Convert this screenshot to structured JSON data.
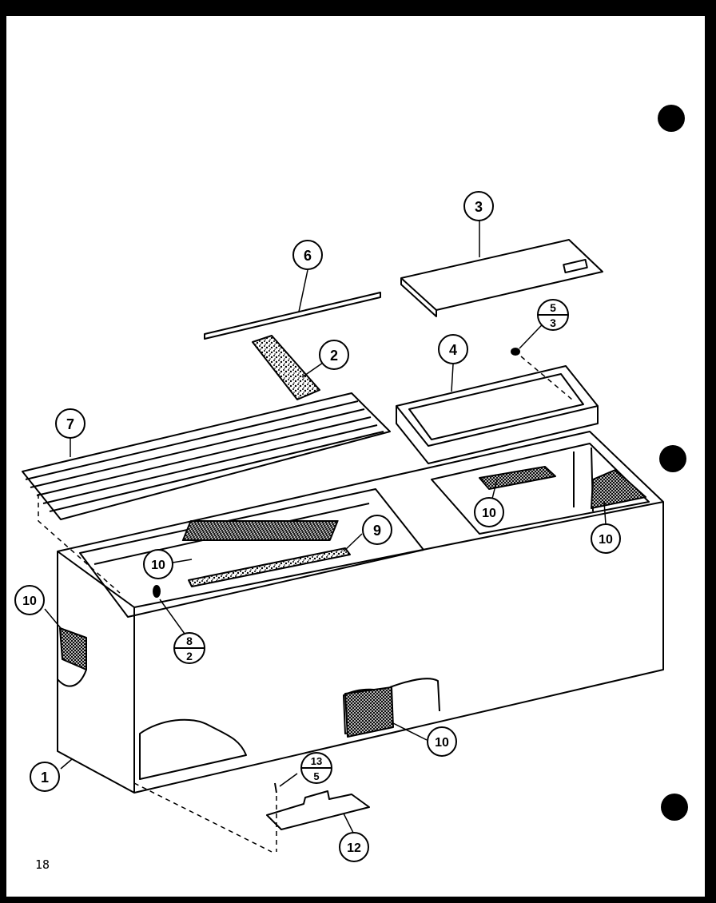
{
  "page": {
    "number": "18"
  },
  "callouts": [
    {
      "id": "c1",
      "label": "1"
    },
    {
      "id": "c2",
      "label": "2"
    },
    {
      "id": "c3",
      "label": "3"
    },
    {
      "id": "c4",
      "label": "4"
    },
    {
      "id": "c6",
      "label": "6"
    },
    {
      "id": "c7",
      "label": "7"
    },
    {
      "id": "c9",
      "label": "9"
    },
    {
      "id": "c10a",
      "label": "10"
    },
    {
      "id": "c10b",
      "label": "10"
    },
    {
      "id": "c10c",
      "label": "10"
    },
    {
      "id": "c10d",
      "label": "10"
    },
    {
      "id": "c10e",
      "label": "10"
    },
    {
      "id": "c12",
      "label": "12"
    }
  ],
  "split_callouts": [
    {
      "id": "s53",
      "top": "5",
      "bottom": "3"
    },
    {
      "id": "s82",
      "top": "8",
      "bottom": "2"
    },
    {
      "id": "s135",
      "top": "13",
      "bottom": "5"
    }
  ],
  "colors": {
    "ink": "#000000",
    "paper": "#ffffff"
  }
}
